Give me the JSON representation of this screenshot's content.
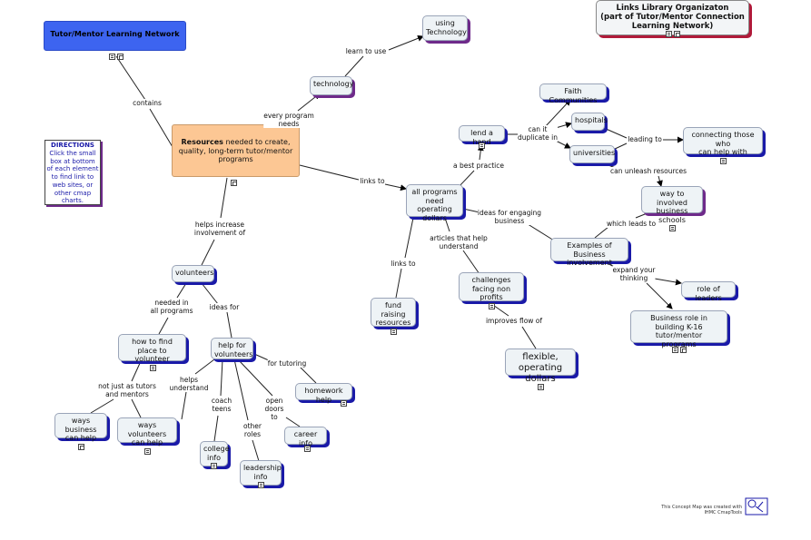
{
  "title_box": {
    "text": "Links Library Organizaton\n(part of Tutor/Mentor Connection\nLearning Network)"
  },
  "directions": {
    "title": "DIRECTIONS",
    "body": "Click the small box at bottom of each element to find link to web sites, or other cmap charts."
  },
  "nodes": {
    "network": "Tutor/Mentor Learning Network",
    "using_tech": "using\nTechnology",
    "technology": "technology",
    "resources_bold": "Resources",
    "resources_rest": " needed to create, quality, long-term tutor/mentor programs",
    "faith": "Faith Communities",
    "hospitals": "hospitals",
    "universities": "universities",
    "lend_hand": "lend a hand",
    "connecting": "connecting those who\ncan help with",
    "way_involved": "way to involved\nbusiness schools",
    "all_programs": "all programs\nneed operating\ndollars",
    "examples": "Examples of\nBusiness involvement",
    "volunteers": "volunteers",
    "fund_raising": "fund raising\nresources",
    "challenges": "challenges\nfacing non profits",
    "role_leaders": "role of leaders",
    "business_role": "Business role in\nbuilding K-16 tutor/mentor\nprograms",
    "how_find": "how to find\nplace to volunteer",
    "help_for": "help for\nvolunteers",
    "flexible": "flexible,\noperating dollars",
    "homework": "homework help",
    "ways_business": "ways business\ncan help",
    "ways_volunteers": "ways volunteers\ncan help",
    "college": "college\ninfo",
    "career": "career info",
    "leadership": "leadership\ninfo"
  },
  "links": {
    "contains": "contains",
    "learn_to_use": "learn to use",
    "every_program": "every program\nneeds",
    "links_to_1": "links to",
    "can_it": "can it\nduplicate in",
    "a_best": "a best practice",
    "leading_to": "leading to",
    "can_unleash": "can unleash resources",
    "ideas_engaging": "ideas for engaging\nbusiness",
    "which_leads": "which leads to",
    "helps_increase": "helps increase\ninvolvement of",
    "articles": "articles that help\nunderstand",
    "links_to_2": "links to",
    "expand": "expand your\nthinking",
    "needed_in": "needed in\nall programs",
    "ideas_for": "ideas for",
    "improves": "improves flow of",
    "for_tutoring": "for tutoring",
    "helps_understand": "helps\nunderstand",
    "not_just": "not just as tutors\nand mentors",
    "coach": "coach\nteens",
    "open_doors": "open\ndoors\nto",
    "other_roles": "other\nroles"
  },
  "footer": {
    "text": "This Concept Map was created with\nIHMC CmapTools"
  },
  "colors": {
    "network_fill": "#3d64f0",
    "resources_fill": "#fcc794",
    "shadow_blue": "#1a1aa8",
    "shadow_purple": "#6e2a8a",
    "shadow_red": "#b01a3a"
  }
}
